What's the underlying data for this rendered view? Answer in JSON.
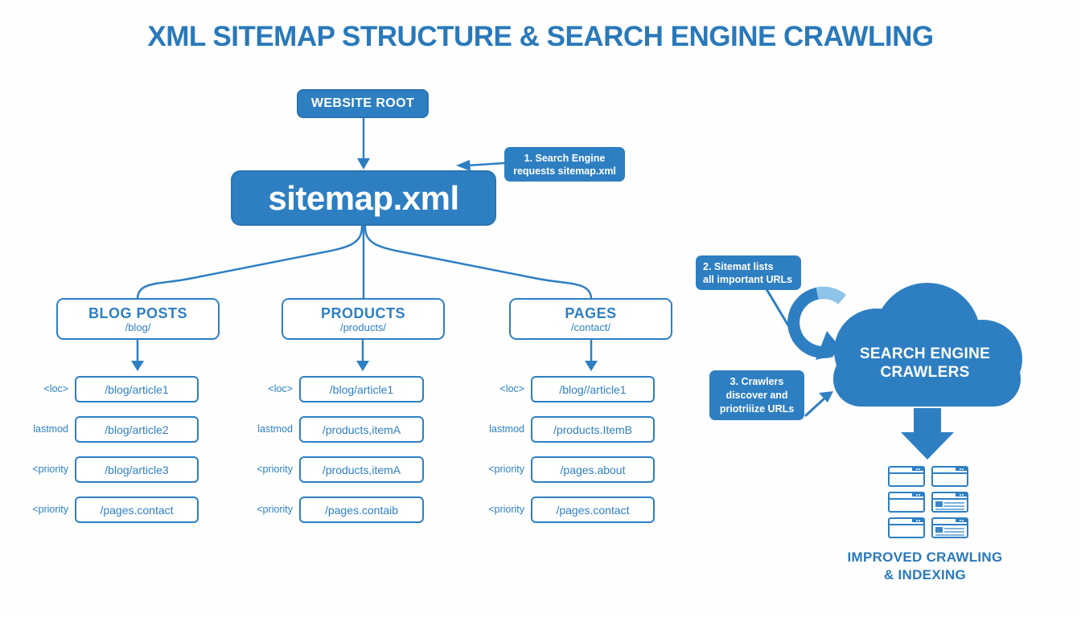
{
  "title": "XML SITEMAP STRUCTURE & SEARCH ENGINE CRAWLING",
  "colors": {
    "primary_blue": "#2e7fc2",
    "title_blue": "#2979ba",
    "swoosh_highlight": "#8ec3ea",
    "box_text": "#ffffff"
  },
  "root_box": {
    "label": "WEBSITE ROOT"
  },
  "sitemap_box": {
    "label": "sitemap.xml"
  },
  "callout_1": {
    "line1": "1. Search Engine",
    "line2": "requests sitemap.xml"
  },
  "callout_2": {
    "line1": "2. Sitemat lists",
    "line2": "all important URLs"
  },
  "callout_3": {
    "line1": "3. Crawlers",
    "line2": "discover and",
    "line3": "priotriiize URLs"
  },
  "columns": [
    {
      "title": "BLOG POSTS",
      "path": "/blog/",
      "items": [
        {
          "label": "<loc>",
          "value": "/blog/article1"
        },
        {
          "label": "lastmod",
          "value": "/blog/article2"
        },
        {
          "label": "<priority",
          "value": "/blog/article3"
        },
        {
          "label": "<priority",
          "value": "/pages.contact"
        }
      ]
    },
    {
      "title": "PRODUCTS",
      "path": "/products/",
      "items": [
        {
          "label": "<loc>",
          "value": "/blog/article1"
        },
        {
          "label": "lastmod",
          "value": "/products,itemA"
        },
        {
          "label": "<priority",
          "value": "/products,itemA"
        },
        {
          "label": "<priority",
          "value": "/pages.contaib"
        }
      ]
    },
    {
      "title": "PAGES",
      "path": "/contact/",
      "items": [
        {
          "label": "<loc>",
          "value": "/blog//article1"
        },
        {
          "label": "lastmod",
          "value": "/products.ItemB"
        },
        {
          "label": "<priority",
          "value": "/pages.about"
        },
        {
          "label": "<priority",
          "value": "/pages.contact"
        }
      ]
    }
  ],
  "cloud": {
    "line1": "SEARCH ENGINE",
    "line2": "CRAWLERS"
  },
  "result_caption": {
    "line1": "IMPROVED CRAWLING",
    "line2": "& INDEXING"
  },
  "icons": {
    "cloud": "cloud-icon",
    "curved_arrow": "curved-arrow-icon",
    "big_down_arrow": "down-arrow-icon",
    "browser_windows": "browser-window-icon"
  }
}
